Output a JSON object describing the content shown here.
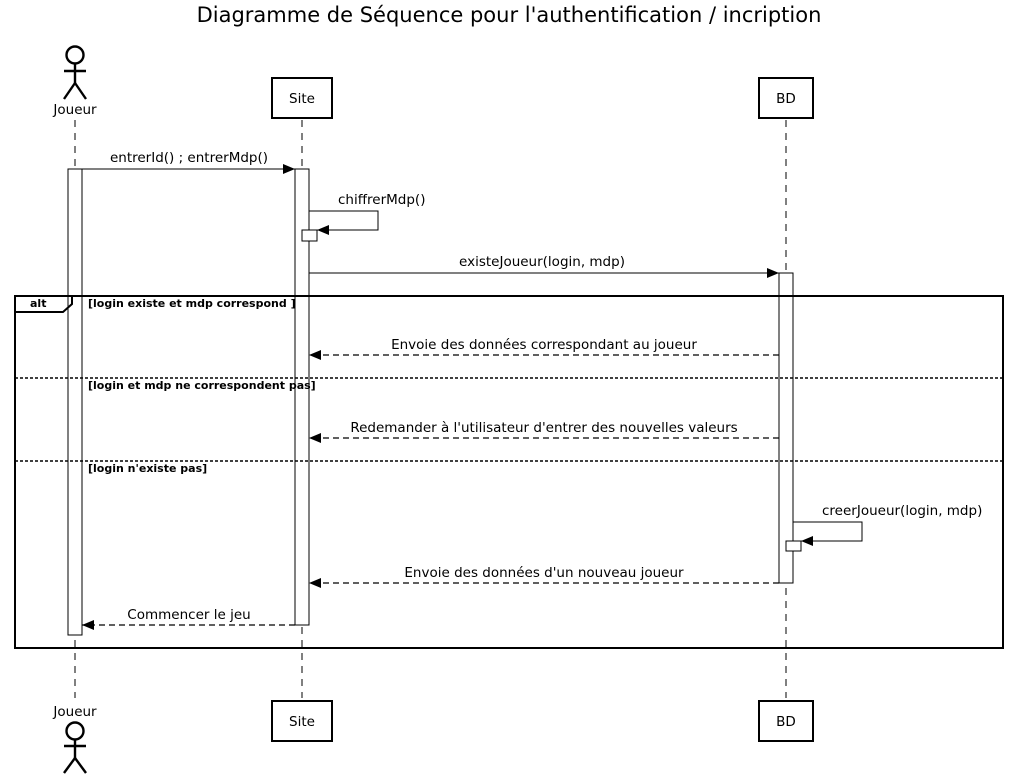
{
  "title": "Diagramme de Séquence pour l'authentification / incription",
  "participants": {
    "joueur": "Joueur",
    "site": "Site",
    "bd": "BD"
  },
  "messages": {
    "m1": "entrerId() ; entrerMdp()",
    "m2": "chiffrerMdp()",
    "m3": "existeJoueur(login, mdp)",
    "m4": "Envoie des données correspondant au joueur",
    "m5": "Redemander à l'utilisateur d'entrer des nouvelles valeurs",
    "m6": "creerJoueur(login, mdp)",
    "m7": "Envoie des données d'un nouveau joueur",
    "m8": "Commencer le jeu"
  },
  "alt": {
    "keyword": "alt",
    "guard1": "[login existe et mdp correspond ]",
    "guard2": "[login et mdp ne correspondent pas]",
    "guard3": "[login n'existe pas]"
  }
}
